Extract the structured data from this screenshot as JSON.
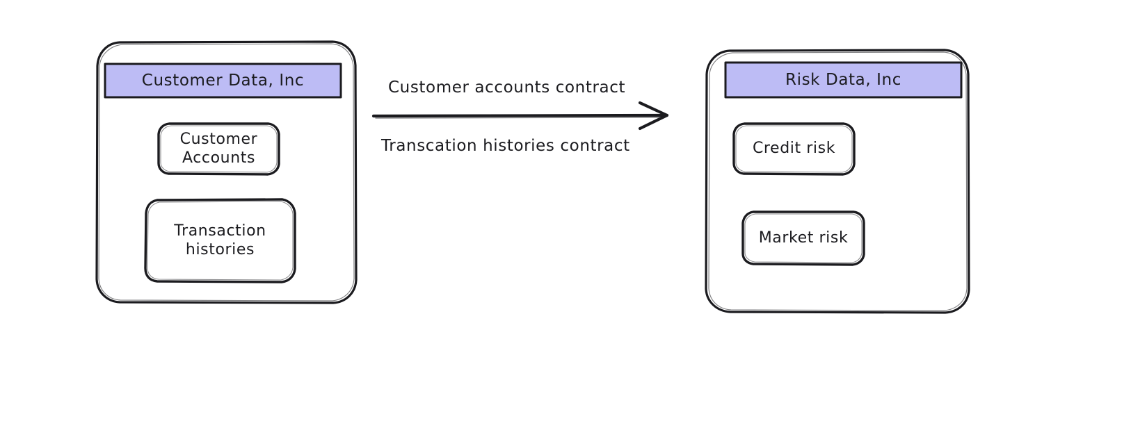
{
  "diagram": {
    "type": "data-contract-flow",
    "background_color": "#ffffff",
    "stroke_color": "#1b1b1f",
    "header_fill": "#bdbcf5",
    "node_fill": "#ffffff",
    "nodes": [
      {
        "id": "customer-data-inc",
        "title": "Customer Data, Inc",
        "datasets": [
          {
            "id": "customer-accounts",
            "label": "Customer\nAccounts"
          },
          {
            "id": "transaction-histories",
            "label": "Transaction\nhistories"
          }
        ]
      },
      {
        "id": "risk-data-inc",
        "title": "Risk Data, Inc",
        "datasets": [
          {
            "id": "credit-risk",
            "label": "Credit risk"
          },
          {
            "id": "market-risk",
            "label": "Market risk"
          }
        ]
      }
    ],
    "edges": [
      {
        "id": "contracts-edge",
        "from": "customer-data-inc",
        "to": "risk-data-inc",
        "direction": "right",
        "arrowhead": "open-v",
        "labels": [
          {
            "id": "contract-above",
            "text": "Customer accounts contract",
            "position": "above"
          },
          {
            "id": "contract-below",
            "text": "Transcation histories contract",
            "position": "below"
          }
        ]
      }
    ]
  }
}
